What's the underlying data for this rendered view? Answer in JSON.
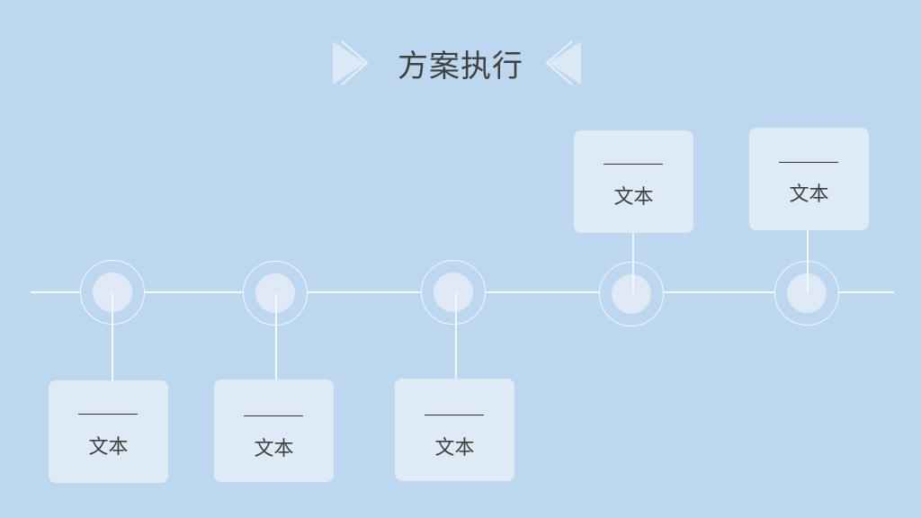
{
  "title": "方案执行",
  "steps": [
    {
      "label": "文本"
    },
    {
      "label": "文本"
    },
    {
      "label": "文本"
    },
    {
      "label": "文本"
    },
    {
      "label": "文本"
    }
  ]
}
